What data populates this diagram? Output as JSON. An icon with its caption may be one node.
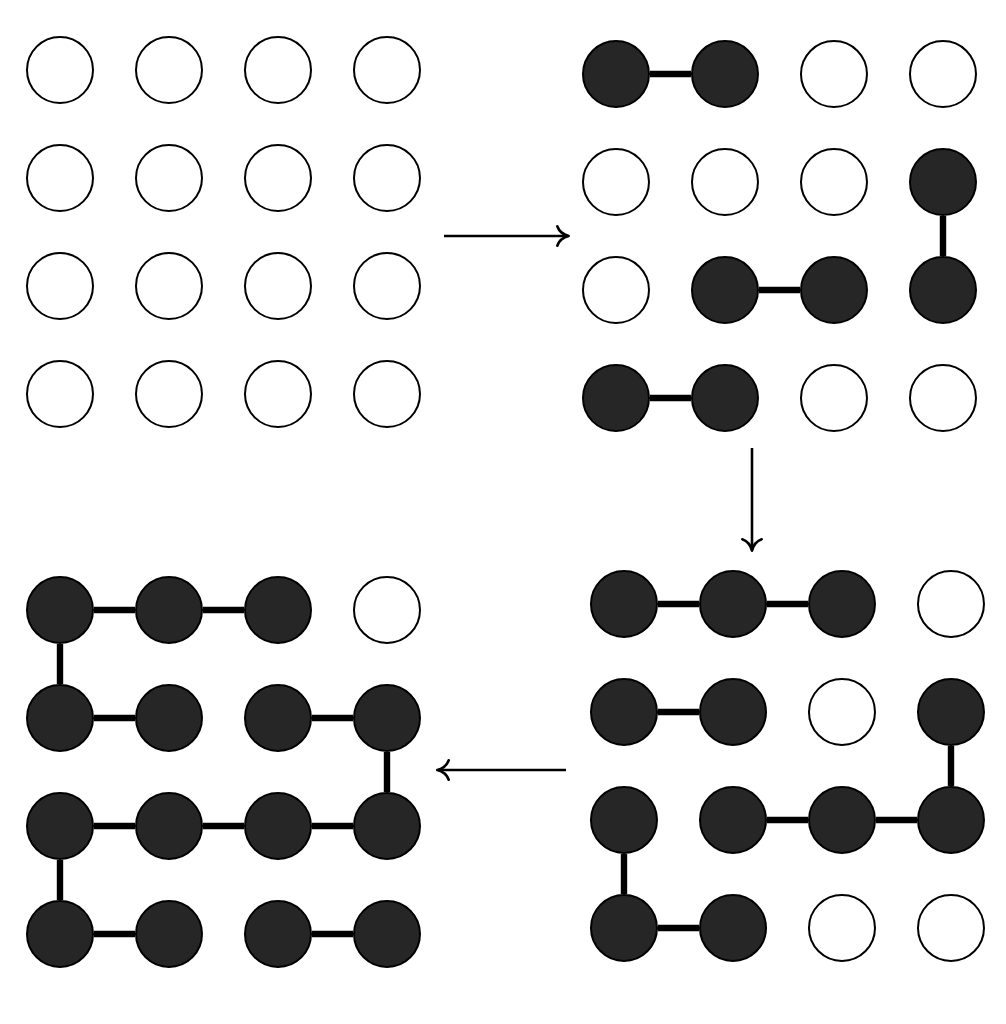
{
  "diagram": {
    "nodes": [
      {
        "text": [],
        "shape": "circle"
      },
      {
        "text": [],
        "shape": "circle"
      },
      {
        "text": [],
        "shape": "circle"
      },
      {
        "text": [],
        "shape": "circle"
      },
      {
        "text": [],
        "shape": "circle"
      },
      {
        "text": [],
        "shape": "circle"
      },
      {
        "text": [],
        "shape": "circle"
      },
      {
        "text": [],
        "shape": "circle"
      },
      {
        "text": [],
        "shape": "circle"
      },
      {
        "text": [],
        "shape": "circle"
      },
      {
        "text": [],
        "shape": "circle"
      },
      {
        "text": [],
        "shape": "circle"
      },
      {
        "text": [],
        "shape": "circle"
      },
      {
        "text": [],
        "shape": "circle"
      },
      {
        "text": [],
        "shape": "circle"
      },
      {
        "text": [],
        "shape": "circle"
      },
      {
        "text": [],
        "shape": "dot"
      },
      {
        "text": [],
        "shape": "dot"
      },
      {
        "text": [],
        "shape": "circle"
      },
      {
        "text": [],
        "shape": "circle"
      },
      {
        "text": [],
        "shape": "circle"
      },
      {
        "text": [],
        "shape": "circle"
      },
      {
        "text": [],
        "shape": "circle"
      },
      {
        "text": [],
        "shape": "dot"
      },
      {
        "text": [],
        "shape": "circle"
      },
      {
        "text": [],
        "shape": "dot"
      },
      {
        "text": [],
        "shape": "dot"
      },
      {
        "text": [],
        "shape": "dot"
      },
      {
        "text": [],
        "shape": "dot"
      },
      {
        "text": [],
        "shape": "dot"
      },
      {
        "text": [],
        "shape": "circle"
      },
      {
        "text": [],
        "shape": "circle"
      },
      {
        "text": [],
        "shape": "dot"
      },
      {
        "text": [],
        "shape": "dot"
      },
      {
        "text": [],
        "shape": "dot"
      },
      {
        "text": [],
        "shape": "circle"
      },
      {
        "text": [],
        "shape": "dot"
      },
      {
        "text": [],
        "shape": "dot"
      },
      {
        "text": [],
        "shape": "dot"
      },
      {
        "text": [],
        "shape": "dot"
      },
      {
        "text": [],
        "shape": "dot"
      },
      {
        "text": [],
        "shape": "dot"
      },
      {
        "text": [],
        "shape": "dot"
      },
      {
        "text": [],
        "shape": "dot"
      },
      {
        "text": [],
        "shape": "dot"
      },
      {
        "text": [],
        "shape": "dot"
      },
      {
        "text": [],
        "shape": "dot"
      },
      {
        "text": [],
        "shape": "dot"
      },
      {
        "text": [],
        "shape": "dot"
      },
      {
        "text": [],
        "shape": "dot"
      },
      {
        "text": [],
        "shape": "dot"
      },
      {
        "text": [],
        "shape": "circle"
      },
      {
        "text": [],
        "shape": "dot"
      },
      {
        "text": [],
        "shape": "dot"
      },
      {
        "text": [],
        "shape": "circle"
      },
      {
        "text": [],
        "shape": "dot"
      },
      {
        "text": [],
        "shape": "dot"
      },
      {
        "text": [],
        "shape": "dot"
      },
      {
        "text": [],
        "shape": "dot"
      },
      {
        "text": [],
        "shape": "dot"
      },
      {
        "text": [],
        "shape": "dot"
      },
      {
        "text": [],
        "shape": "dot"
      },
      {
        "text": [],
        "shape": "circle"
      },
      {
        "text": [],
        "shape": "circle"
      }
    ],
    "edges": [
      {
        "from": 16,
        "to": 17,
        "arrow": "none"
      },
      {
        "from": 23,
        "to": 27,
        "arrow": "none"
      },
      {
        "from": 25,
        "to": 26,
        "arrow": "none"
      },
      {
        "from": 28,
        "to": 29,
        "arrow": "none"
      },
      {
        "from": 32,
        "to": 33,
        "arrow": "none"
      },
      {
        "from": 33,
        "to": 34,
        "arrow": "none"
      },
      {
        "from": 32,
        "to": 36,
        "arrow": "none"
      },
      {
        "from": 36,
        "to": 37,
        "arrow": "none"
      },
      {
        "from": 38,
        "to": 39,
        "arrow": "none"
      },
      {
        "from": 39,
        "to": 43,
        "arrow": "none"
      },
      {
        "from": 40,
        "to": 41,
        "arrow": "none"
      },
      {
        "from": 41,
        "to": 42,
        "arrow": "none"
      },
      {
        "from": 42,
        "to": 43,
        "arrow": "none"
      },
      {
        "from": 40,
        "to": 44,
        "arrow": "none"
      },
      {
        "from": 44,
        "to": 45,
        "arrow": "none"
      },
      {
        "from": 46,
        "to": 47,
        "arrow": "none"
      },
      {
        "from": 48,
        "to": 49,
        "arrow": "none"
      },
      {
        "from": 49,
        "to": 50,
        "arrow": "none"
      },
      {
        "from": 52,
        "to": 53,
        "arrow": "none"
      },
      {
        "from": 55,
        "to": 59,
        "arrow": "none"
      },
      {
        "from": 57,
        "to": 58,
        "arrow": "none"
      },
      {
        "from": 58,
        "to": 59,
        "arrow": "none"
      },
      {
        "from": 56,
        "to": 60,
        "arrow": "none"
      },
      {
        "from": 60,
        "to": 61,
        "arrow": "none"
      }
    ]
  }
}
